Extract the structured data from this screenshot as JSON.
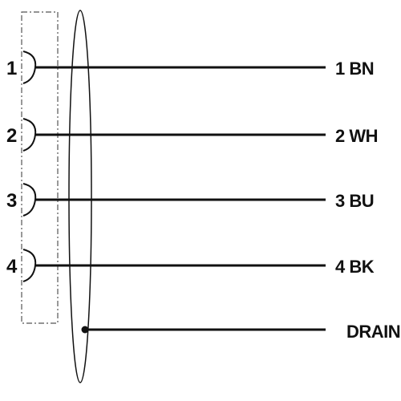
{
  "pins": [
    {
      "number": "1",
      "wire_label": "1 BN"
    },
    {
      "number": "2",
      "wire_label": "2 WH"
    },
    {
      "number": "3",
      "wire_label": "3 BU"
    },
    {
      "number": "4",
      "wire_label": "4 BK"
    }
  ],
  "drain": {
    "label": "DRAIN"
  }
}
